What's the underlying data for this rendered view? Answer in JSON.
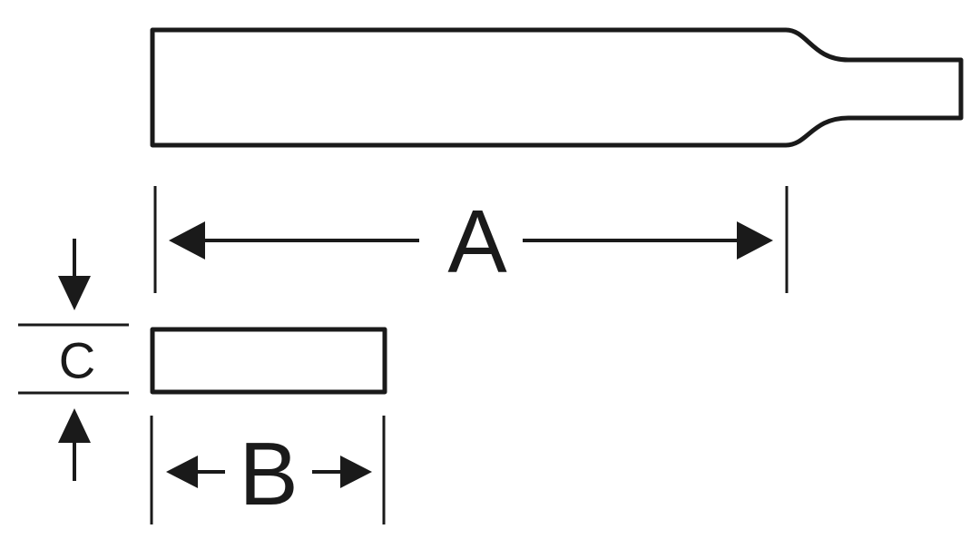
{
  "dimensions": {
    "a": {
      "label": "A"
    },
    "b": {
      "label": "B"
    },
    "c": {
      "label": "C"
    }
  },
  "colors": {
    "line": "#1a1a1a",
    "background": "#ffffff"
  }
}
